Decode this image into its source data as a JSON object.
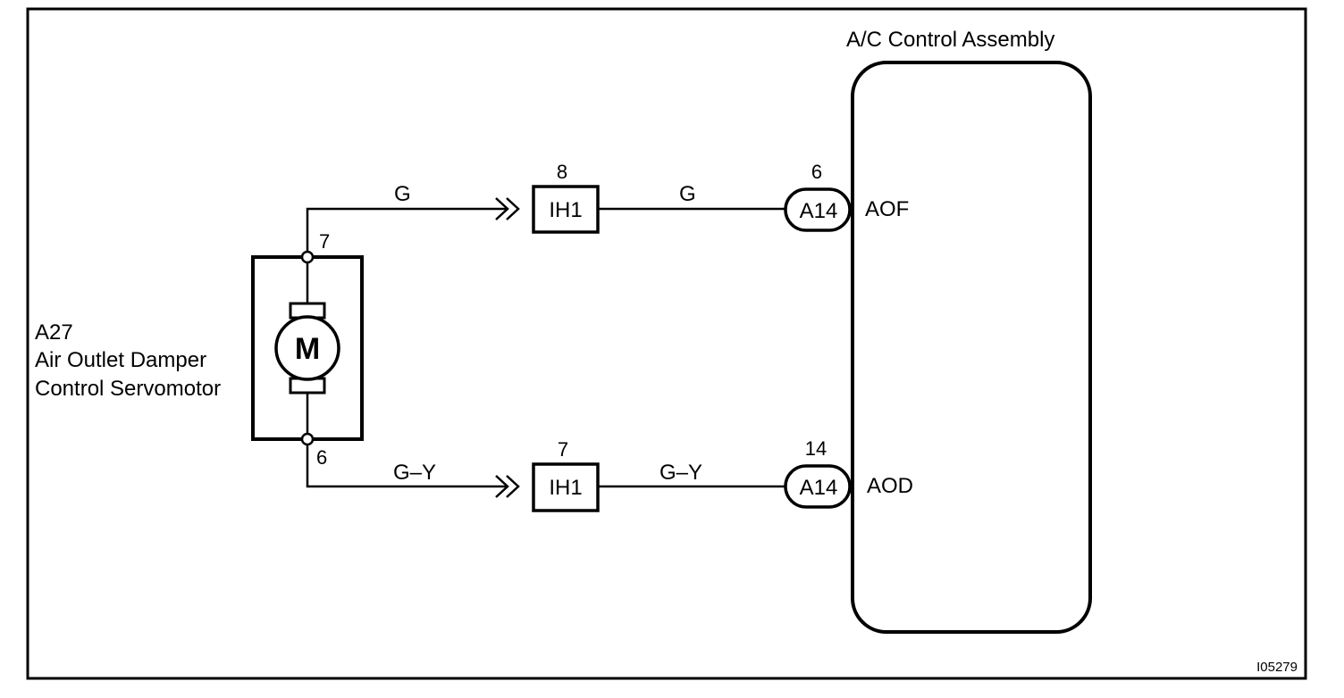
{
  "diagram": {
    "ac_control_assembly": {
      "title": "A/C Control Assembly",
      "terminal_top": "AOF",
      "terminal_bottom": "AOD"
    },
    "servomotor": {
      "connector_code": "A27",
      "name_line1": "Air Outlet Damper",
      "name_line2": "Control Servomotor",
      "motor_symbol": "M",
      "pin_top": "7",
      "pin_bottom": "6"
    },
    "top_circuit": {
      "wire_color_left": "G",
      "junction_label": "IH1",
      "junction_pin": "8",
      "wire_color_right": "G",
      "connector_label": "A14",
      "connector_pin": "6"
    },
    "bottom_circuit": {
      "wire_color_left": "G–Y",
      "junction_label": "IH1",
      "junction_pin": "7",
      "wire_color_right": "G–Y",
      "connector_label": "A14",
      "connector_pin": "14"
    },
    "figure_code": "I05279"
  }
}
